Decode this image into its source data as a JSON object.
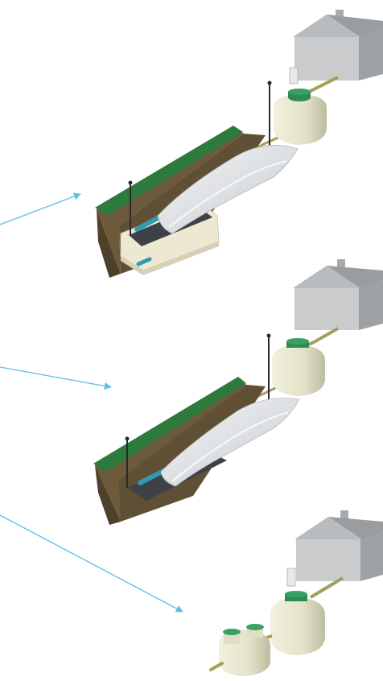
{
  "colors": {
    "background": "#ffffff",
    "arrow": "#5bbfe6",
    "house_front": "#c9cbcd",
    "house_side": "#9fa2a5",
    "house_roof": "#b5b8bb",
    "tank_body": "#e6e5cf",
    "tank_shade": "#c4c3a8",
    "tank_lid": "#2f8a55",
    "pipe": "#a3a05a",
    "earth": "#6d5a3c",
    "earth_dark": "#4f402a",
    "grass": "#2e7a3c",
    "concrete": "#ece8d2",
    "gravel": "#3e4247",
    "membrane": "#dcdfe2",
    "drain_pipe": "#2f9cb0"
  },
  "panels": [
    {
      "id": "trench-system-with-tank",
      "components": [
        "house",
        "septic-tank",
        "vent-pipe",
        "infiltration-trench",
        "membrane",
        "drain-pipe",
        "outlet-pipe"
      ]
    },
    {
      "id": "trench-system-open",
      "components": [
        "house",
        "septic-tank",
        "vent-pipe",
        "infiltration-trench",
        "membrane",
        "drain-pipe"
      ]
    },
    {
      "id": "package-treatment",
      "components": [
        "house",
        "septic-tank",
        "treatment-unit"
      ]
    }
  ]
}
